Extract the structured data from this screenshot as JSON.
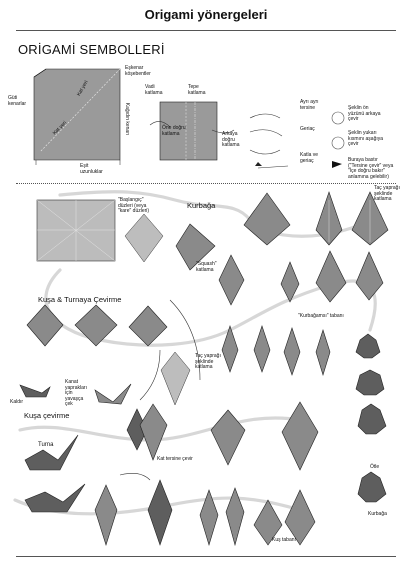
{
  "page": {
    "title": "Origami yönergeleri",
    "subtitle": "ORİGAMİ SEMBOLLERİ"
  },
  "symbols": {
    "guti_kenarlar": "Güti kenarlar",
    "katlama_yeri": "Kat yeri",
    "kat_yeri_2": "Kat yeri",
    "kagit_kenari": "Kağıdın kenarı",
    "eskenar": "Eşkenar köşebentler",
    "esit_uzunluklar": "Eşit uzunluklar",
    "vadi": "Vadi katlama",
    "tepe": "Tepe katlama",
    "one_dogru": "Öne doğru katlama",
    "arkaya": "Arkaya doğru katlama",
    "ayri_tersine": "Ayrı ayrı tersine",
    "geriac": "Geriaç",
    "katla_geriac": "Katla ve geriaç",
    "sekli_cevir": "Şeklin ön yüzünü arkaya çevir",
    "sekli_yukari": "Şeklin yukarı kısmını aşağıya çevir",
    "bunaya_bastir": "Buraya bastır (\"Tersine çevir\" veya \"İçe doğru bakır\" anlamına gelebilir)"
  },
  "steps": {
    "baslangic": "\"Başlangıç\" düzleri (veya \"kare\" düzleri)",
    "kurbaga": "Kurbağa",
    "tac_yaprak": "Taç yaprağı şeklinde katlama",
    "squash": "\"Squash\" katlama",
    "kusa_turnaya": "Kuşa & Turnaya Çevirme",
    "kurbagamsi": "\"Kurbağamsı\" tabanı",
    "tac_yaprak2": "Taç yaprağı şeklinde katlama",
    "kanat": "Kanat yaprakları için yavaşça çek",
    "kaldir": "Kaldır",
    "kusa_cevir": "Kuşa çevirme",
    "turna": "Turna",
    "kat_tersine": "Kat tersine çevir",
    "otle": "Ötle",
    "kus_tabani": "Kuş tabanı",
    "kurbaga2": "Kurbağa"
  }
}
